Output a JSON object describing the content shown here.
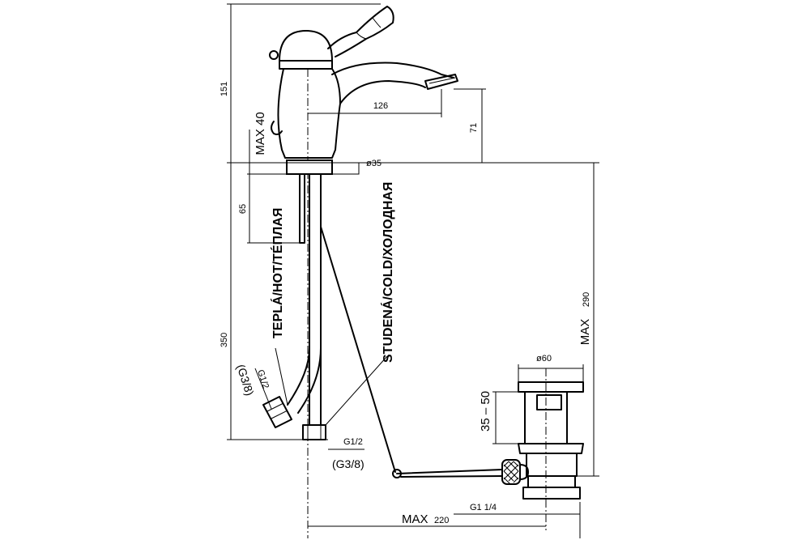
{
  "dimensions": {
    "height_total": "151",
    "spout_reach": "126",
    "spout_height": "71",
    "max_40": "MAX 40",
    "body_diameter": "ø35",
    "shank_length": "65",
    "total_350": "350",
    "max_290": "MAX",
    "val_290": "290",
    "waste_diameter": "ø60",
    "range_35_50": "35 – 50",
    "max_220": "MAX",
    "val_220": "220"
  },
  "threads": {
    "hot_g12": "G1/2",
    "hot_g38": "(G3/8)",
    "cold_g12": "G1/2",
    "cold_g38": "(G3/8)",
    "waste_g114": "G1  1/4"
  },
  "labels": {
    "hot": "TEPLÁ/HOT/TÉПЛАЯ",
    "cold": "STUDENÁ/COLD/ХОЛОДНАЯ"
  }
}
